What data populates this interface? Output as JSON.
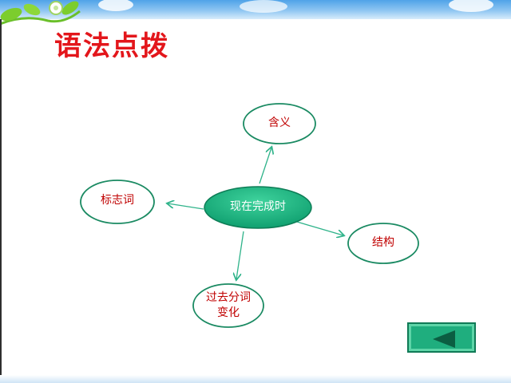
{
  "slide": {
    "title": "语法点拨"
  },
  "diagram": {
    "center": "现在完成时",
    "nodes": {
      "meaning": "含义",
      "markers": "标志词",
      "structure": "结构",
      "participle": "过去分词变化"
    }
  },
  "navigation": {
    "back_icon": "triangle-left-icon"
  },
  "colors": {
    "title": "#e3161b",
    "label_text": "#c00000",
    "center_fill": "#17b27e",
    "ellipse_stroke": "#1a8a62",
    "arrow": "#2fb38a",
    "button_fill": "#1fae7e",
    "top_band": "#4fa3e8"
  }
}
